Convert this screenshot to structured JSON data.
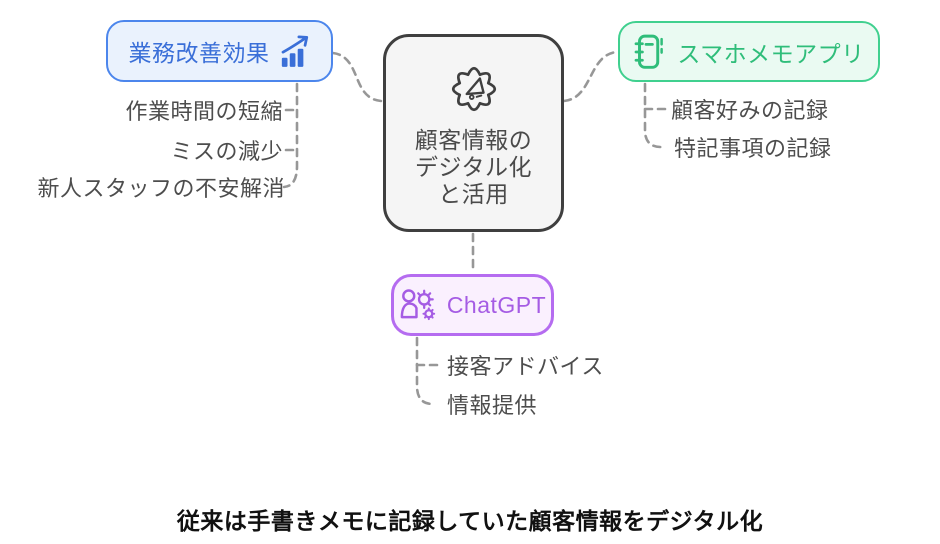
{
  "diagram": {
    "center_node": {
      "icon": "gear-megaphone-icon",
      "lines": [
        "顧客情報の",
        "デジタル化",
        "と活用"
      ]
    },
    "branches": [
      {
        "id": "business-improvement",
        "label": "業務改善効果",
        "icon": "trend-chart-icon",
        "accent": "#4c86ec",
        "background": "#eaf2fd",
        "children": [
          "作業時間の短縮",
          "ミスの減少",
          "新人スタッフの不安解消"
        ]
      },
      {
        "id": "smartphone-memo-app",
        "label": "スマホメモアプリ",
        "icon": "notebook-icon",
        "accent": "#40d08f",
        "background": "#eafaf2",
        "children": [
          "顧客好みの記録",
          "特記事項の記録"
        ]
      },
      {
        "id": "chatgpt",
        "label": "ChatGPT",
        "icon": "person-gear-icon",
        "accent": "#b56cf0",
        "background": "#faf0fe",
        "children": [
          "接客アドバイス",
          "情報提供"
        ]
      }
    ],
    "caption": "従来は手書きメモに記録していた顧客情報をデジタル化",
    "colors": {
      "center_border": "#3f3f3f",
      "center_background": "#f5f5f5",
      "center_text": "#4a4a4a",
      "connector": "#979797",
      "child_label_text": "#4d4d4d",
      "caption_text": "#111111"
    }
  }
}
